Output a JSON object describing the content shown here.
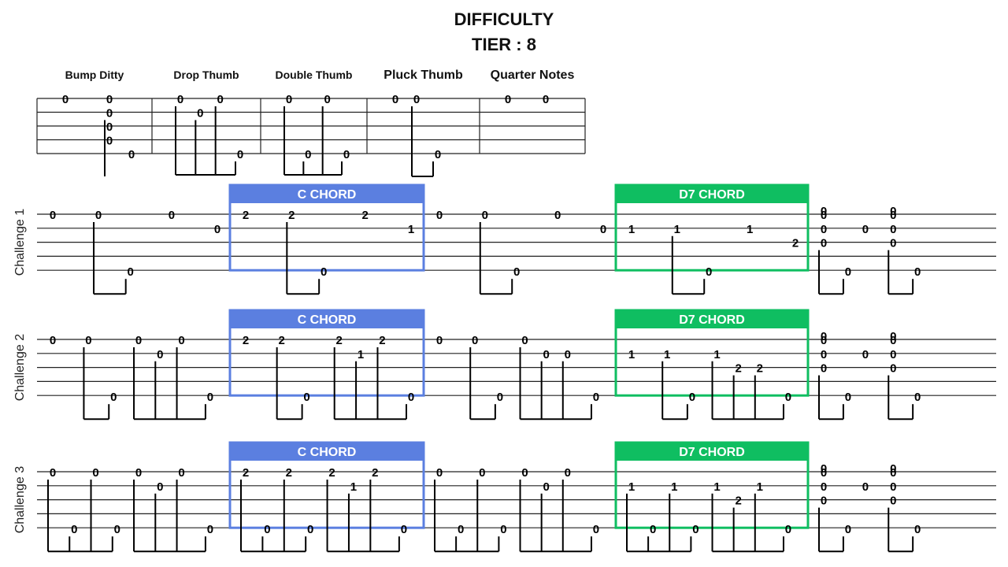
{
  "header": {
    "title": "DIFFICULTY",
    "subtitle": "TIER : 8"
  },
  "colors": {
    "c_chord": "#5b7fe0",
    "d7_chord": "#0fbe61",
    "staff": "#222222",
    "ink": "#000000"
  },
  "legend": {
    "techniques": [
      {
        "name": "Bump Ditty",
        "notes": [
          {
            "s": 1,
            "f": "0",
            "t": 0
          },
          {
            "s": 1,
            "f": "0",
            "t": 2
          },
          {
            "s": 2,
            "f": "0",
            "t": 2
          },
          {
            "s": 3,
            "f": "0",
            "t": 2
          },
          {
            "s": 4,
            "f": "0",
            "t": 2
          },
          {
            "s": 5,
            "f": "0",
            "t": 3
          }
        ],
        "beams": [
          {
            "from": 2,
            "to": 3,
            "drop": 1
          }
        ]
      },
      {
        "name": "Drop Thumb",
        "notes": [
          {
            "s": 1,
            "f": "0",
            "t": 0
          },
          {
            "s": 2,
            "f": "0",
            "t": 1
          },
          {
            "s": 1,
            "f": "0",
            "t": 2
          },
          {
            "s": 5,
            "f": "0",
            "t": 3
          }
        ],
        "beams": [
          {
            "from": 0,
            "to": 3,
            "drop": 0
          }
        ]
      },
      {
        "name": "Double Thumb",
        "notes": [
          {
            "s": 1,
            "f": "0",
            "t": 0
          },
          {
            "s": 5,
            "f": "0",
            "t": 1
          },
          {
            "s": 1,
            "f": "0",
            "t": 2
          },
          {
            "s": 5,
            "f": "0",
            "t": 3
          }
        ],
        "beams": [
          {
            "from": 0,
            "to": 3,
            "drop": 0
          }
        ]
      },
      {
        "name": "Pluck Thumb",
        "notes": [
          {
            "s": 1,
            "f": "0",
            "t": 0
          },
          {
            "s": 1,
            "f": "0",
            "t": 1
          },
          {
            "s": 5,
            "f": "0",
            "t": 2
          }
        ],
        "beams": [
          {
            "from": 1,
            "to": 2,
            "drop": 1
          }
        ]
      },
      {
        "name": "Quarter Notes",
        "notes": [
          {
            "s": 1,
            "f": "0",
            "t": 0
          },
          {
            "s": 1,
            "f": "0",
            "t": 2
          }
        ],
        "beams": []
      }
    ]
  },
  "chord_labels": {
    "c": "C CHORD",
    "d7": "D7 CHORD"
  },
  "challenges": [
    {
      "label": "Challenge 1",
      "measures": [
        {
          "chord": "",
          "notes": [
            {
              "s": 1,
              "f": "0",
              "t": 0
            },
            {
              "s": 1,
              "f": "0",
              "t": 1
            },
            {
              "s": 5,
              "f": "0",
              "t": 1.7
            },
            {
              "s": 1,
              "f": "0",
              "t": 2.6
            },
            {
              "s": 2,
              "f": "0",
              "t": 3.6
            }
          ],
          "beams": [
            {
              "from": 1,
              "to": 2,
              "drop": 1
            }
          ]
        },
        {
          "chord": "c",
          "notes": [
            {
              "s": 1,
              "f": "2",
              "t": 0
            },
            {
              "s": 1,
              "f": "2",
              "t": 1
            },
            {
              "s": 5,
              "f": "0",
              "t": 1.7
            },
            {
              "s": 1,
              "f": "2",
              "t": 2.6
            },
            {
              "s": 2,
              "f": "1",
              "t": 3.6
            }
          ],
          "beams": [
            {
              "from": 1,
              "to": 2,
              "drop": 0
            }
          ]
        },
        {
          "chord": "",
          "notes": [
            {
              "s": 1,
              "f": "0",
              "t": 0
            },
            {
              "s": 1,
              "f": "0",
              "t": 1
            },
            {
              "s": 5,
              "f": "0",
              "t": 1.7
            },
            {
              "s": 1,
              "f": "0",
              "t": 2.6
            },
            {
              "s": 2,
              "f": "0",
              "t": 3.6
            }
          ],
          "beams": [
            {
              "from": 1,
              "to": 2,
              "drop": 1
            }
          ]
        },
        {
          "chord": "d7",
          "notes": [
            {
              "s": 2,
              "f": "1",
              "t": 0
            },
            {
              "s": 2,
              "f": "1",
              "t": 1
            },
            {
              "s": 5,
              "f": "0",
              "t": 1.7
            },
            {
              "s": 2,
              "f": "1",
              "t": 2.6
            },
            {
              "s": 3,
              "f": "2",
              "t": 3.6
            }
          ],
          "beams": [
            {
              "from": 1,
              "to": 2,
              "drop": 0
            }
          ]
        },
        {
          "chord": "",
          "notes": [
            {
              "s": 0,
              "f": "0",
              "t": 0
            },
            {
              "s": 1,
              "f": "0",
              "t": 0
            },
            {
              "s": 2,
              "f": "0",
              "t": 0
            },
            {
              "s": 3,
              "f": "0",
              "t": 0
            },
            {
              "s": 5,
              "f": "0",
              "t": 0.7
            },
            {
              "s": 2,
              "f": "0",
              "t": 1.2
            },
            {
              "s": 0,
              "f": "0",
              "t": 2
            },
            {
              "s": 1,
              "f": "0",
              "t": 2
            },
            {
              "s": 2,
              "f": "0",
              "t": 2
            },
            {
              "s": 3,
              "f": "0",
              "t": 2
            },
            {
              "s": 5,
              "f": "0",
              "t": 2.7
            }
          ],
          "beams": [
            {
              "from": 3,
              "to": 4,
              "drop": 1
            },
            {
              "from": 9,
              "to": 10,
              "drop": 1
            }
          ]
        }
      ]
    },
    {
      "label": "Challenge 2",
      "measures": [
        {
          "chord": "",
          "notes": [
            {
              "s": 1,
              "f": "0",
              "t": 0
            },
            {
              "s": 1,
              "f": "0",
              "t": 1
            },
            {
              "s": 5,
              "f": "0",
              "t": 1.7
            },
            {
              "s": 1,
              "f": "0",
              "t": 2.4
            },
            {
              "s": 2,
              "f": "0",
              "t": 3
            },
            {
              "s": 1,
              "f": "0",
              "t": 3.6
            },
            {
              "s": 5,
              "f": "0",
              "t": 4.4
            }
          ],
          "beams": [
            {
              "from": 1,
              "to": 2,
              "drop": 1
            },
            {
              "from": 3,
              "to": 6,
              "drop": 1
            }
          ]
        },
        {
          "chord": "c",
          "notes": [
            {
              "s": 1,
              "f": "2",
              "t": 0
            },
            {
              "s": 1,
              "f": "2",
              "t": 1
            },
            {
              "s": 5,
              "f": "0",
              "t": 1.7
            },
            {
              "s": 1,
              "f": "2",
              "t": 2.6
            },
            {
              "s": 2,
              "f": "1",
              "t": 3.2
            },
            {
              "s": 1,
              "f": "2",
              "t": 3.8
            },
            {
              "s": 5,
              "f": "0",
              "t": 4.6
            }
          ],
          "beams": [
            {
              "from": 1,
              "to": 2,
              "drop": 0
            },
            {
              "from": 3,
              "to": 6,
              "drop": 0
            }
          ]
        },
        {
          "chord": "",
          "notes": [
            {
              "s": 1,
              "f": "0",
              "t": 0
            },
            {
              "s": 1,
              "f": "0",
              "t": 1
            },
            {
              "s": 5,
              "f": "0",
              "t": 1.7
            },
            {
              "s": 1,
              "f": "0",
              "t": 2.4
            },
            {
              "s": 2,
              "f": "0",
              "t": 3
            },
            {
              "s": 2,
              "f": "0",
              "t": 3.6
            },
            {
              "s": 5,
              "f": "0",
              "t": 4.4
            }
          ],
          "beams": [
            {
              "from": 1,
              "to": 2,
              "drop": 1
            },
            {
              "from": 3,
              "to": 6,
              "drop": 1
            }
          ]
        },
        {
          "chord": "d7",
          "notes": [
            {
              "s": 2,
              "f": "1",
              "t": 0
            },
            {
              "s": 2,
              "f": "1",
              "t": 1
            },
            {
              "s": 5,
              "f": "0",
              "t": 1.7
            },
            {
              "s": 2,
              "f": "1",
              "t": 2.4
            },
            {
              "s": 3,
              "f": "2",
              "t": 3
            },
            {
              "s": 3,
              "f": "2",
              "t": 3.6
            },
            {
              "s": 5,
              "f": "0",
              "t": 4.4
            }
          ],
          "beams": [
            {
              "from": 1,
              "to": 2,
              "drop": 0
            },
            {
              "from": 3,
              "to": 6,
              "drop": 0
            }
          ]
        },
        {
          "chord": "",
          "notes": [
            {
              "s": 0,
              "f": "0",
              "t": 0
            },
            {
              "s": 1,
              "f": "0",
              "t": 0
            },
            {
              "s": 2,
              "f": "0",
              "t": 0
            },
            {
              "s": 3,
              "f": "0",
              "t": 0
            },
            {
              "s": 5,
              "f": "0",
              "t": 0.7
            },
            {
              "s": 2,
              "f": "0",
              "t": 1.2
            },
            {
              "s": 0,
              "f": "0",
              "t": 2
            },
            {
              "s": 1,
              "f": "0",
              "t": 2
            },
            {
              "s": 2,
              "f": "0",
              "t": 2
            },
            {
              "s": 3,
              "f": "0",
              "t": 2
            },
            {
              "s": 5,
              "f": "0",
              "t": 2.7
            }
          ],
          "beams": [
            {
              "from": 3,
              "to": 4,
              "drop": 1
            },
            {
              "from": 9,
              "to": 10,
              "drop": 1
            }
          ]
        }
      ]
    },
    {
      "label": "Challenge 3",
      "measures": [
        {
          "chord": "",
          "notes": [
            {
              "s": 1,
              "f": "0",
              "t": 0
            },
            {
              "s": 5,
              "f": "0",
              "t": 0.6
            },
            {
              "s": 1,
              "f": "0",
              "t": 1.2
            },
            {
              "s": 5,
              "f": "0",
              "t": 1.8
            },
            {
              "s": 1,
              "f": "0",
              "t": 2.4
            },
            {
              "s": 2,
              "f": "0",
              "t": 3
            },
            {
              "s": 1,
              "f": "0",
              "t": 3.6
            },
            {
              "s": 5,
              "f": "0",
              "t": 4.4
            }
          ],
          "beams": [
            {
              "from": 0,
              "to": 3,
              "drop": 1
            },
            {
              "from": 4,
              "to": 7,
              "drop": 1
            }
          ]
        },
        {
          "chord": "c",
          "notes": [
            {
              "s": 1,
              "f": "2",
              "t": 0
            },
            {
              "s": 5,
              "f": "0",
              "t": 0.6
            },
            {
              "s": 1,
              "f": "2",
              "t": 1.2
            },
            {
              "s": 5,
              "f": "0",
              "t": 1.8
            },
            {
              "s": 1,
              "f": "2",
              "t": 2.4
            },
            {
              "s": 2,
              "f": "1",
              "t": 3
            },
            {
              "s": 1,
              "f": "2",
              "t": 3.6
            },
            {
              "s": 5,
              "f": "0",
              "t": 4.4
            }
          ],
          "beams": [
            {
              "from": 0,
              "to": 3,
              "drop": 0
            },
            {
              "from": 4,
              "to": 7,
              "drop": 0
            }
          ]
        },
        {
          "chord": "",
          "notes": [
            {
              "s": 1,
              "f": "0",
              "t": 0
            },
            {
              "s": 5,
              "f": "0",
              "t": 0.6
            },
            {
              "s": 1,
              "f": "0",
              "t": 1.2
            },
            {
              "s": 5,
              "f": "0",
              "t": 1.8
            },
            {
              "s": 1,
              "f": "0",
              "t": 2.4
            },
            {
              "s": 2,
              "f": "0",
              "t": 3
            },
            {
              "s": 1,
              "f": "0",
              "t": 3.6
            },
            {
              "s": 5,
              "f": "0",
              "t": 4.4
            }
          ],
          "beams": [
            {
              "from": 0,
              "to": 3,
              "drop": 1
            },
            {
              "from": 4,
              "to": 7,
              "drop": 1
            }
          ]
        },
        {
          "chord": "d7",
          "notes": [
            {
              "s": 2,
              "f": "1",
              "t": 0
            },
            {
              "s": 5,
              "f": "0",
              "t": 0.6
            },
            {
              "s": 2,
              "f": "1",
              "t": 1.2
            },
            {
              "s": 5,
              "f": "0",
              "t": 1.8
            },
            {
              "s": 2,
              "f": "1",
              "t": 2.4
            },
            {
              "s": 3,
              "f": "2",
              "t": 3
            },
            {
              "s": 2,
              "f": "1",
              "t": 3.6
            },
            {
              "s": 5,
              "f": "0",
              "t": 4.4
            }
          ],
          "beams": [
            {
              "from": 0,
              "to": 3,
              "drop": 0
            },
            {
              "from": 4,
              "to": 7,
              "drop": 0
            }
          ]
        },
        {
          "chord": "",
          "notes": [
            {
              "s": 0,
              "f": "0",
              "t": 0
            },
            {
              "s": 1,
              "f": "0",
              "t": 0
            },
            {
              "s": 2,
              "f": "0",
              "t": 0
            },
            {
              "s": 3,
              "f": "0",
              "t": 0
            },
            {
              "s": 5,
              "f": "0",
              "t": 0.7
            },
            {
              "s": 2,
              "f": "0",
              "t": 1.2
            },
            {
              "s": 0,
              "f": "0",
              "t": 2
            },
            {
              "s": 1,
              "f": "0",
              "t": 2
            },
            {
              "s": 2,
              "f": "0",
              "t": 2
            },
            {
              "s": 3,
              "f": "0",
              "t": 2
            },
            {
              "s": 5,
              "f": "0",
              "t": 2.7
            }
          ],
          "beams": [
            {
              "from": 3,
              "to": 4,
              "drop": 1
            },
            {
              "from": 9,
              "to": 10,
              "drop": 1
            }
          ]
        }
      ]
    }
  ]
}
